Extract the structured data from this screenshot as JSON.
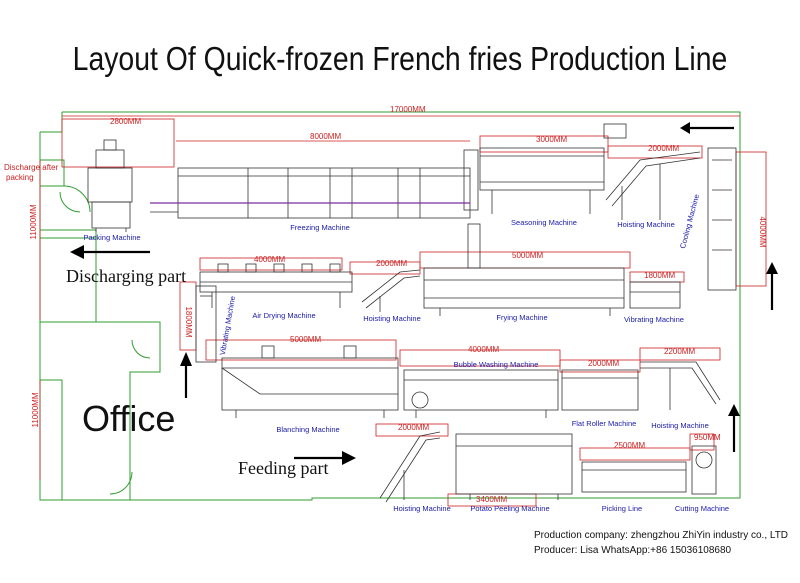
{
  "title": "Layout Of Quick-frozen French fries Production Line",
  "rooms": {
    "office": "Office"
  },
  "areas": {
    "discharge_after_packing": [
      "Discharge after",
      "packing"
    ],
    "discharging_part": "Discharging part",
    "feeding_part": "Feeding part"
  },
  "machines": {
    "packing": "Packing Machine",
    "freezing": "Freezing Machine",
    "seasoning": "Seasoning Machine",
    "hoisting_top": "Hoisting Machine",
    "cooling": "Cooling Machine",
    "air_drying": "Air Drying Machine",
    "hoisting_mid": "Hoisting Machine",
    "frying": "Frying Machine",
    "vibrating_right": "Vibrating Machine",
    "vibrating_left": "Vibrating Machine",
    "bubble_washing": "Bubble Washing Machine",
    "blanching": "Blanching Machine",
    "flat_roller": "Flat Roller Machine",
    "hoisting_right": "Hoisting Machine",
    "hoisting_bottom": "Hoisting Machine",
    "potato_peeling": "Potato Peeling Machine",
    "picking": "Picking Line",
    "cutting": "Cutting Machine"
  },
  "dimensions": {
    "total_width": "17000MM",
    "d_2800": "2800MM",
    "d_8000": "8000MM",
    "d_3000": "3000MM",
    "d_2000_top": "2000MM",
    "d_4000_right": "4000MM",
    "d_4000_air": "4000MM",
    "d_2000_hoist": "2000MM",
    "d_5000_fry": "5000MM",
    "d_1800": "1800MM",
    "d_1800_v": "1800MM",
    "d_11000_left": "11000MM",
    "d_5000_blanch": "5000MM",
    "d_4000_bubble": "4000MM",
    "d_2000_flat": "2000MM",
    "d_2200": "2200MM",
    "d_2000_bottom": "2000MM",
    "d_2500": "2500MM",
    "d_950": "950MM",
    "d_3400": "3400MM",
    "d_11000_left_low": "11000MM"
  },
  "footer": {
    "company": "Production company: zhengzhou ZhiYin industry co., LTD",
    "producer": "Producer: Lisa      WhatsApp:+86 15036108680"
  },
  "colors": {
    "wall": "#2f9e2f",
    "dimension": "#cc2222",
    "label": "#1a1aa8",
    "machine": "#333333",
    "conveyor": "#7a2c9e"
  }
}
